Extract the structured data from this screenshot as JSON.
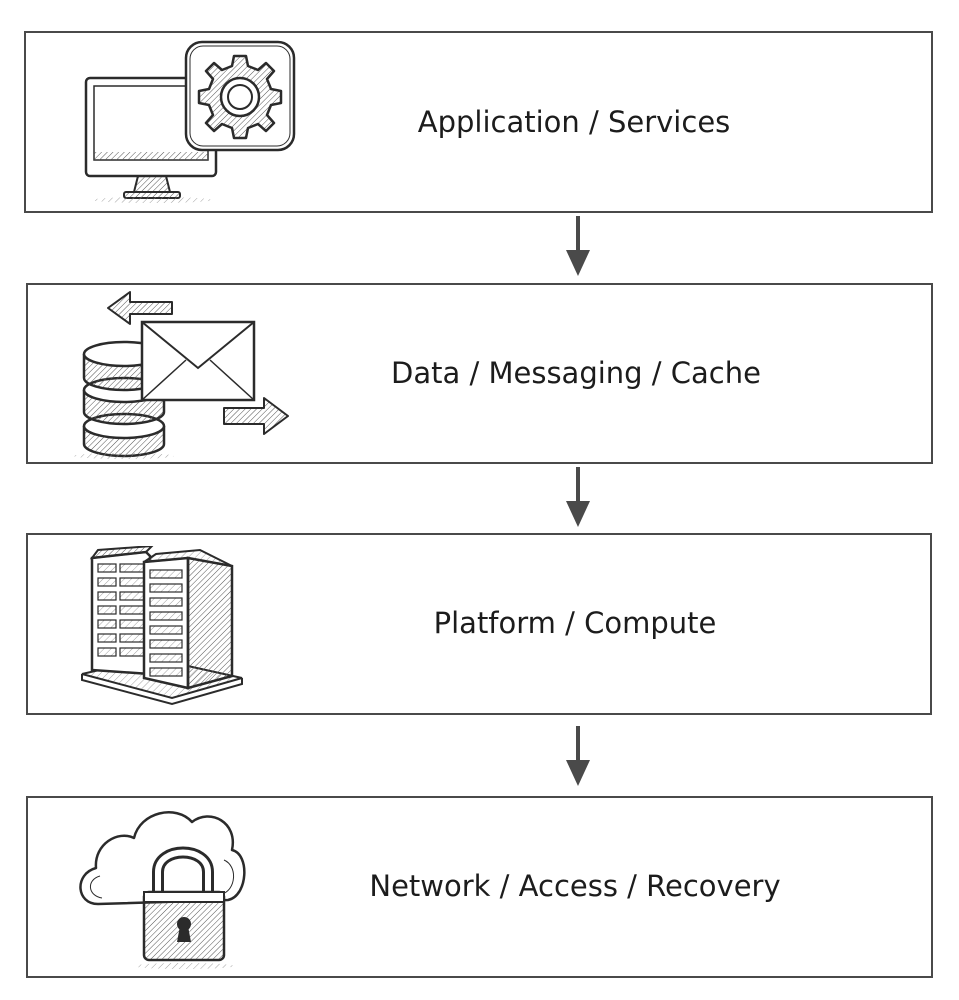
{
  "diagram": {
    "layers": [
      {
        "id": "app",
        "label": "Application / Services",
        "icon": "monitor-gear-icon"
      },
      {
        "id": "data",
        "label": "Data / Messaging / Cache",
        "icon": "database-envelope-icon"
      },
      {
        "id": "platform",
        "label": "Platform / Compute",
        "icon": "server-rack-icon"
      },
      {
        "id": "network",
        "label": "Network / Access / Recovery",
        "icon": "cloud-padlock-icon"
      }
    ],
    "flow_direction": "top-to-bottom",
    "colors": {
      "border": "#4a4a4a",
      "arrow": "#4a4a4a",
      "ink": "#2b2b2b",
      "background": "#ffffff"
    }
  }
}
